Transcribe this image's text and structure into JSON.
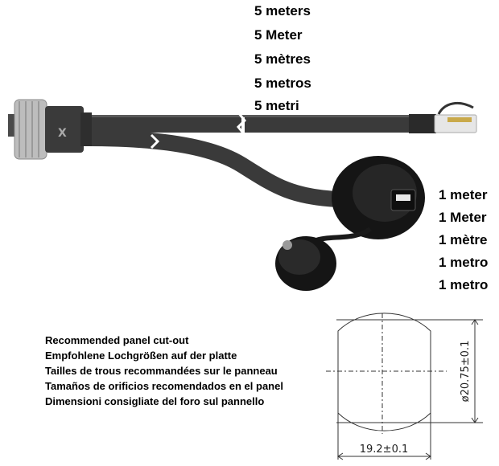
{
  "long_cable_lengths": [
    "5 meters",
    "5 Meter",
    "5 mètres",
    "5 metros",
    "5 metri"
  ],
  "short_cable_lengths": [
    "1 meter",
    "1 Meter",
    "1 mètre",
    "1 metro",
    "1 metro"
  ],
  "cutout_text": [
    "Recommended panel cut-out",
    "Empfohlene Lochgrößen auf der platte",
    "Tailles de trous recommandées sur le panneau",
    "Tamaños de orificios recomendados en el panel",
    "Dimensioni consigliate del foro sul pannello"
  ],
  "dimensions": {
    "height": "ø20.75±0.1",
    "width": "19.2±0.1"
  },
  "connector_marking": "X"
}
